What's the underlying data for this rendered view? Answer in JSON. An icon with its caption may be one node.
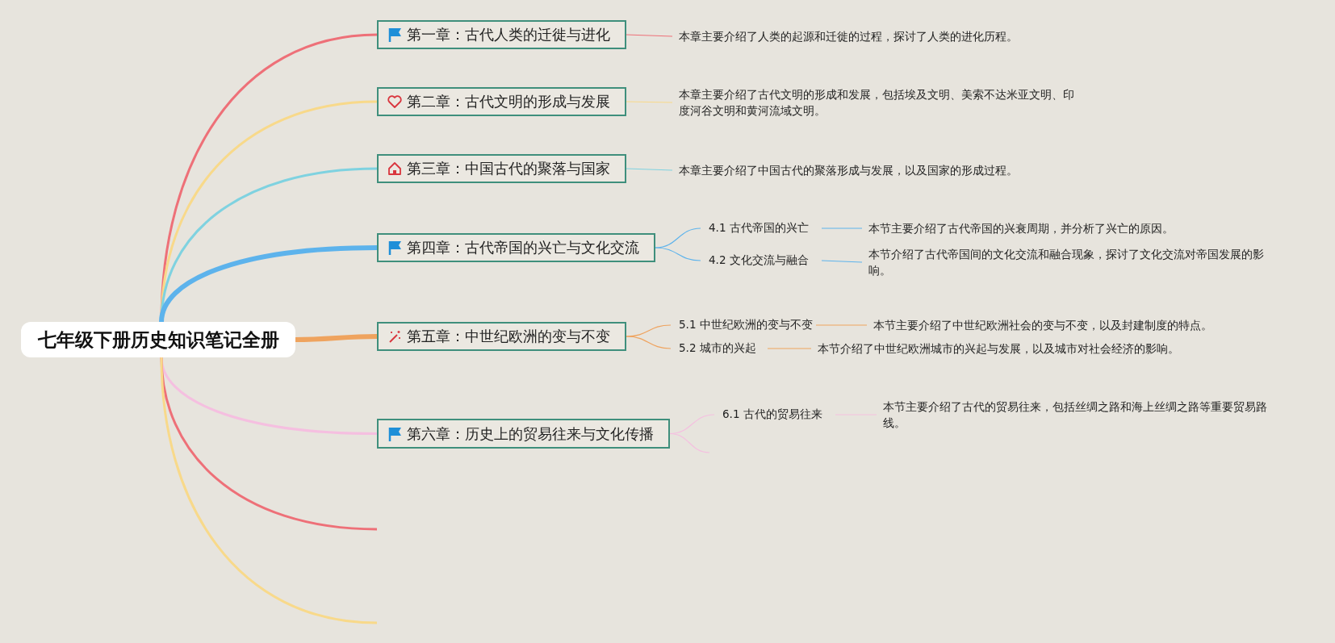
{
  "diagram": {
    "nodes": [
      {
        "text": [
          "七年级下册历史知识笔记全册"
        ]
      },
      {
        "text": [
          "第一章：古代人类的迁徙与进化"
        ]
      },
      {
        "text": [
          "第二章：古代文明的形成与发展"
        ]
      },
      {
        "text": [
          "第三章：中国古代的聚落与国家"
        ]
      },
      {
        "text": [
          "第四章：古代帝国的兴亡与文化交流"
        ]
      },
      {
        "text": [
          "第五章：中世纪欧洲的变与不变"
        ]
      },
      {
        "text": [
          "第六章：历史上的贸易往来与文化传播"
        ]
      },
      {
        "text": [
          "本章主要介绍了人类的起源和迁徙的过程，探讨了人类的进化历程。"
        ]
      },
      {
        "text": [
          "本章主要介绍了古代文明的形成和发展，包括埃及文明、美索不达米亚文明、印度河谷文明和黄河流域文明。"
        ]
      },
      {
        "text": [
          "本章主要介绍了中国古代的聚落形成与发展，以及国家的形成过程。"
        ]
      },
      {
        "text": [
          "4.1 古代帝国的兴亡"
        ]
      },
      {
        "text": [
          "本节主要介绍了古代帝国的兴衰周期，并分析了兴亡的原因。"
        ]
      },
      {
        "text": [
          "4.2 文化交流与融合"
        ]
      },
      {
        "text": [
          "本节介绍了古代帝国间的文化交流和融合现象，探讨了文化交流对帝国发展的影响。"
        ]
      },
      {
        "text": [
          "5.1 中世纪欧洲的变与不变"
        ]
      },
      {
        "text": [
          "本节主要介绍了中世纪欧洲社会的变与不变，以及封建制度的特点。"
        ]
      },
      {
        "text": [
          "5.2 城市的兴起"
        ]
      },
      {
        "text": [
          "本节介绍了中世纪欧洲城市的兴起与发展，以及城市对社会经济的影响。"
        ]
      },
      {
        "text": [
          "6.1 古代的贸易往来"
        ]
      },
      {
        "text": [
          "本节主要介绍了古代的贸易往来，包括丝绸之路和海上丝绸之路等重要贸易路线。"
        ]
      }
    ],
    "edges": [
      {
        "from": 0,
        "to": 1,
        "arrow": "none",
        "color": "#ee7078"
      },
      {
        "from": 0,
        "to": 2,
        "arrow": "none",
        "color": "#f8d98a"
      },
      {
        "from": 0,
        "to": 3,
        "arrow": "none",
        "color": "#7fd2e0"
      },
      {
        "from": 0,
        "to": 4,
        "arrow": "none",
        "color": "#5db3ec",
        "style": "thick"
      },
      {
        "from": 0,
        "to": 5,
        "arrow": "none",
        "color": "#efa35e",
        "style": "thick"
      },
      {
        "from": 0,
        "to": 6,
        "arrow": "none",
        "color": "#f5bfe0"
      },
      {
        "from": 0,
        "to": null,
        "arrow": "none",
        "color": "#ee7078"
      },
      {
        "from": 0,
        "to": null,
        "arrow": "none",
        "color": "#f8d98a"
      },
      {
        "from": 1,
        "to": 7,
        "arrow": "none",
        "color": "#ee7078"
      },
      {
        "from": 2,
        "to": 8,
        "arrow": "none",
        "color": "#f8d98a"
      },
      {
        "from": 3,
        "to": 9,
        "arrow": "none",
        "color": "#7fd2e0"
      },
      {
        "from": 4,
        "to": 10,
        "arrow": "none",
        "color": "#5db3ec"
      },
      {
        "from": 10,
        "to": 11,
        "arrow": "none",
        "color": "#5db3ec"
      },
      {
        "from": 4,
        "to": 12,
        "arrow": "none",
        "color": "#5db3ec"
      },
      {
        "from": 12,
        "to": 13,
        "arrow": "none",
        "color": "#5db3ec"
      },
      {
        "from": 5,
        "to": 14,
        "arrow": "none",
        "color": "#efa35e"
      },
      {
        "from": 14,
        "to": 15,
        "arrow": "none",
        "color": "#efa35e"
      },
      {
        "from": 5,
        "to": 16,
        "arrow": "none",
        "color": "#efa35e"
      },
      {
        "from": 16,
        "to": 17,
        "arrow": "none",
        "color": "#efa35e"
      },
      {
        "from": 6,
        "to": 18,
        "arrow": "none",
        "color": "#f5bfe0"
      },
      {
        "from": 18,
        "to": 19,
        "arrow": "none",
        "color": "#f5bfe0"
      },
      {
        "from": 6,
        "to": null,
        "arrow": "none",
        "color": "#f5bfe0"
      }
    ]
  }
}
